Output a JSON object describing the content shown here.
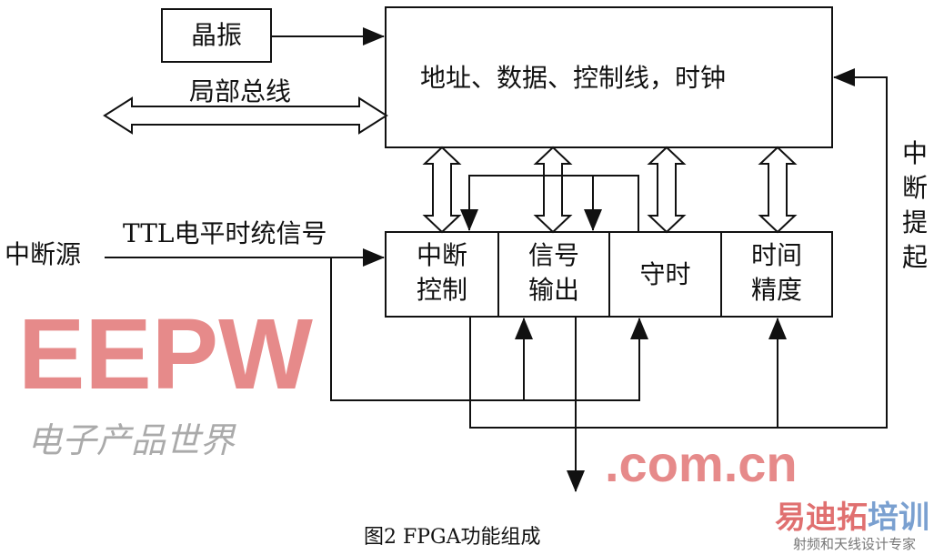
{
  "blocks": {
    "crystal": "晶振",
    "local_bus": "局部总线",
    "bus_box": "地址、数据、控制线，时钟",
    "interrupt_source": "中断源",
    "ttl_signal": "TTL电平时统信号",
    "interrupt_raise": "中断提起",
    "modules": [
      {
        "line1": "中断",
        "line2": "控制"
      },
      {
        "line1": "信号",
        "line2": "输出"
      },
      {
        "line1": "守时",
        "line2": ""
      },
      {
        "line1": "时间",
        "line2": "精度"
      }
    ]
  },
  "caption": "图2 FPGA功能组成",
  "watermarks": {
    "eepw": "EEPW",
    "eepw_cn": "电子产品世界",
    "eepw_domain": ".com.cn",
    "brand": "易迪拓",
    "brand2": "培训",
    "brand_sub": "射频和天线设计专家"
  },
  "colors": {
    "watermark_red": "#e07070",
    "watermark_blue": "#7aa0d0"
  }
}
